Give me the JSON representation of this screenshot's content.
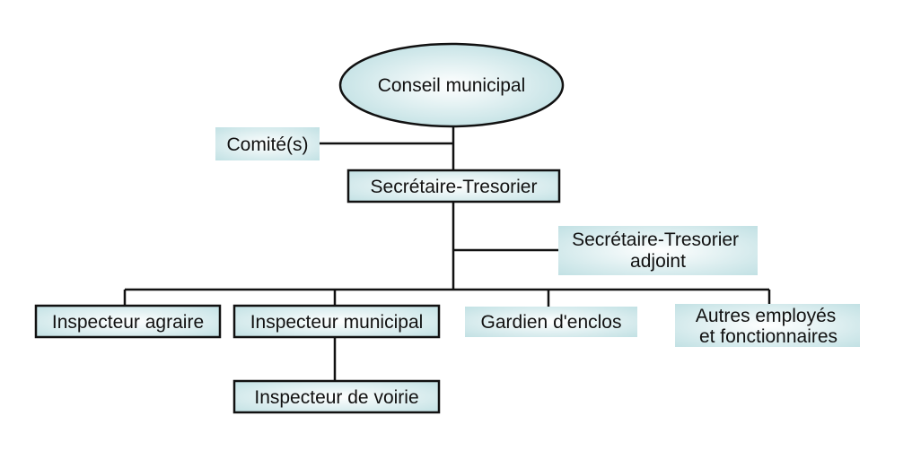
{
  "colors": {
    "fill_center": "#ffffff",
    "fill_edge": "#c2e1e4",
    "stroke": "#111111",
    "text": "#111111"
  },
  "nodes": {
    "conseil_municipal": "Conseil municipal",
    "comites": "Comité(s)",
    "secretaire_tresorier": "Secrétaire-Tresorier",
    "secretaire_tresorier_adjoint": [
      "Secrétaire-Tresorier",
      "adjoint"
    ],
    "inspecteur_agraire": "Inspecteur agraire",
    "inspecteur_municipal": "Inspecteur municipal",
    "gardien_enclos": "Gardien d'enclos",
    "autres_employes": [
      "Autres employés",
      "et fonctionnaires"
    ],
    "inspecteur_voirie": "Inspecteur de voirie"
  }
}
